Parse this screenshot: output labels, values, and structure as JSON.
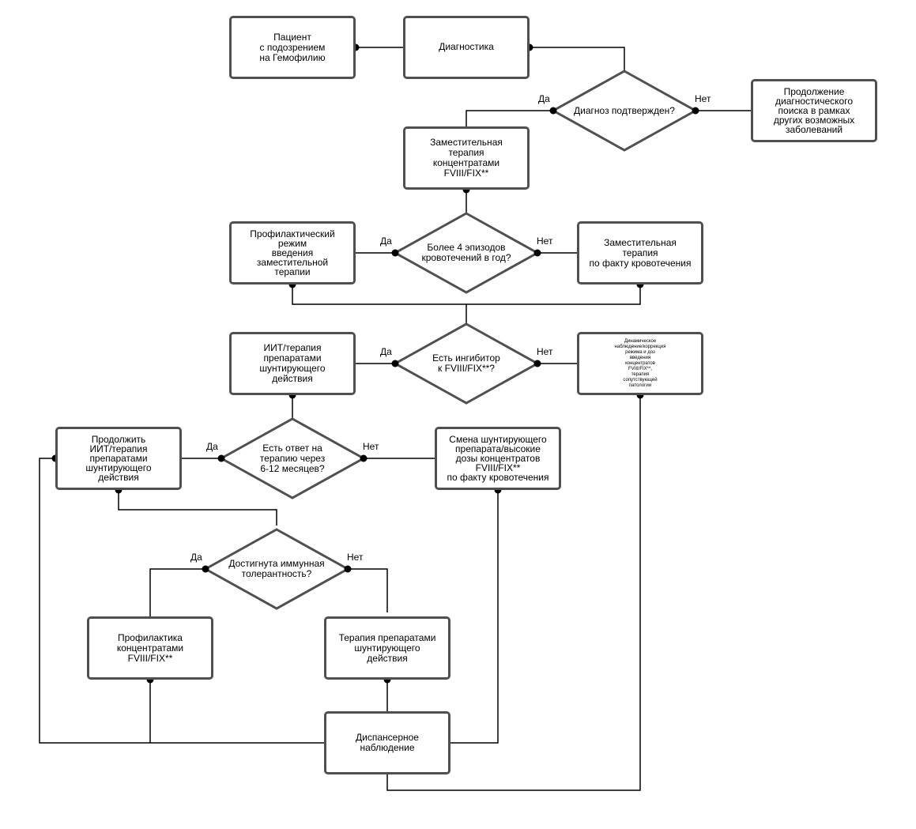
{
  "nodes": {
    "patient": "Пациент\nс подозрением\nна Гемофилию",
    "diagnostics": "Диагностика",
    "confirmed": "Диагноз подтвержден?",
    "continue_search": "Продолжение\nдиагностического\nпоиска в рамках\nдругих возможных\nзаболеваний",
    "replacement_concentrates": "Заместительная\nтерапия\nконцентратами\nFVIII/FIX**",
    "more4": "Более 4 эпизодов\nкровотечений в год?",
    "prophylactic_mode": "Профилактический\nрежим\nвведения\nзаместительной\nтерапии",
    "replacement_on_demand": "Заместительная\nтерапия\nпо факту кровотечения",
    "inhibitor": "Есть ингибитор\nк FVIII/FIX**?",
    "iit_therapy": "ИИТ/терапия\nпрепаратами\nшунтирующего\nдействия",
    "dynamic_observation": "Динамическое\nнаблюдение/коррекция\nрежима и доз\nвведения\nконцентратов\nFVIII/FIX**,\nтерапия\nсопутствующей\nпатологии",
    "response": "Есть ответ на\nтерапию через\n6-12 месяцев?",
    "continue_iit": "Продолжить\nИИТ/терапия\nпрепаратами\nшунтирующего\nдействия",
    "switch_bypass": "Смена шунтирующего\nпрепарата/высокие\nдозы концентратов\nFVIII/FIX**\nпо факту кровотечения",
    "tolerance": "Достигнута иммунная\nтолерантность?",
    "prophylaxis": "Профилактика\nконцентратами\nFVIII/FIX**",
    "bypass_therapy": "Терапия препаратами\nшунтирующего\nдействия",
    "dispensary": "Диспансерное\nнаблюдение"
  },
  "labels": {
    "yes": "Да",
    "no": "Нет"
  },
  "colors": {
    "shape_border": "#505050",
    "line": "#000000",
    "background": "#ffffff"
  }
}
